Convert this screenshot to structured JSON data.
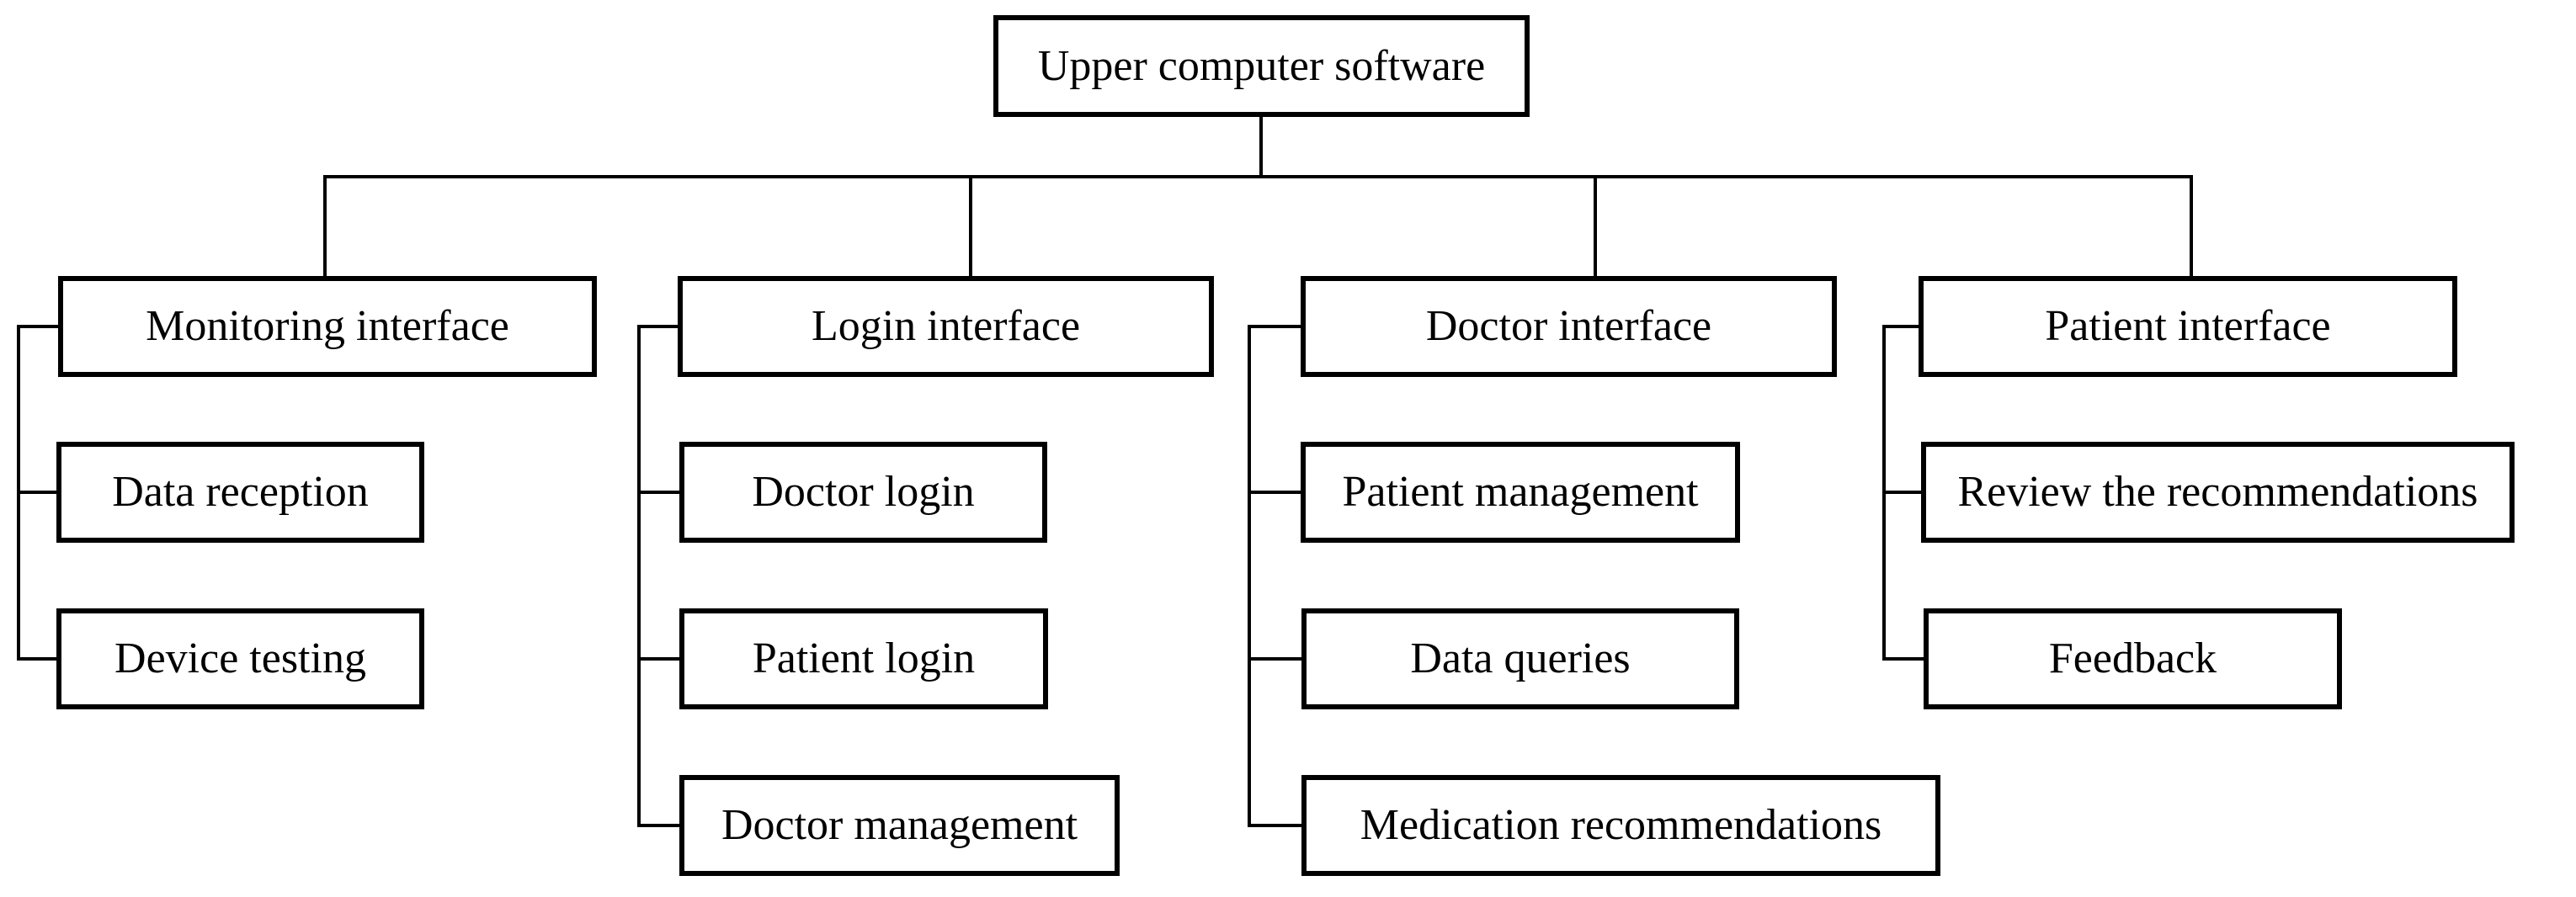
{
  "colors": {
    "background": "#ffffff",
    "line": "#000000",
    "text": "#000000"
  },
  "diagram": {
    "type": "tree",
    "root": {
      "label": "Upper computer software"
    },
    "branches": [
      {
        "label": "Monitoring interface",
        "children": [
          {
            "label": "Data reception"
          },
          {
            "label": "Device testing"
          }
        ]
      },
      {
        "label": "Login interface",
        "children": [
          {
            "label": "Doctor login"
          },
          {
            "label": "Patient login"
          },
          {
            "label": "Doctor management"
          }
        ]
      },
      {
        "label": "Doctor interface",
        "children": [
          {
            "label": "Patient management"
          },
          {
            "label": "Data queries"
          },
          {
            "label": "Medication recommendations"
          }
        ]
      },
      {
        "label": "Patient interface",
        "children": [
          {
            "label": "Review the recommendations"
          },
          {
            "label": "Feedback"
          }
        ]
      }
    ]
  }
}
